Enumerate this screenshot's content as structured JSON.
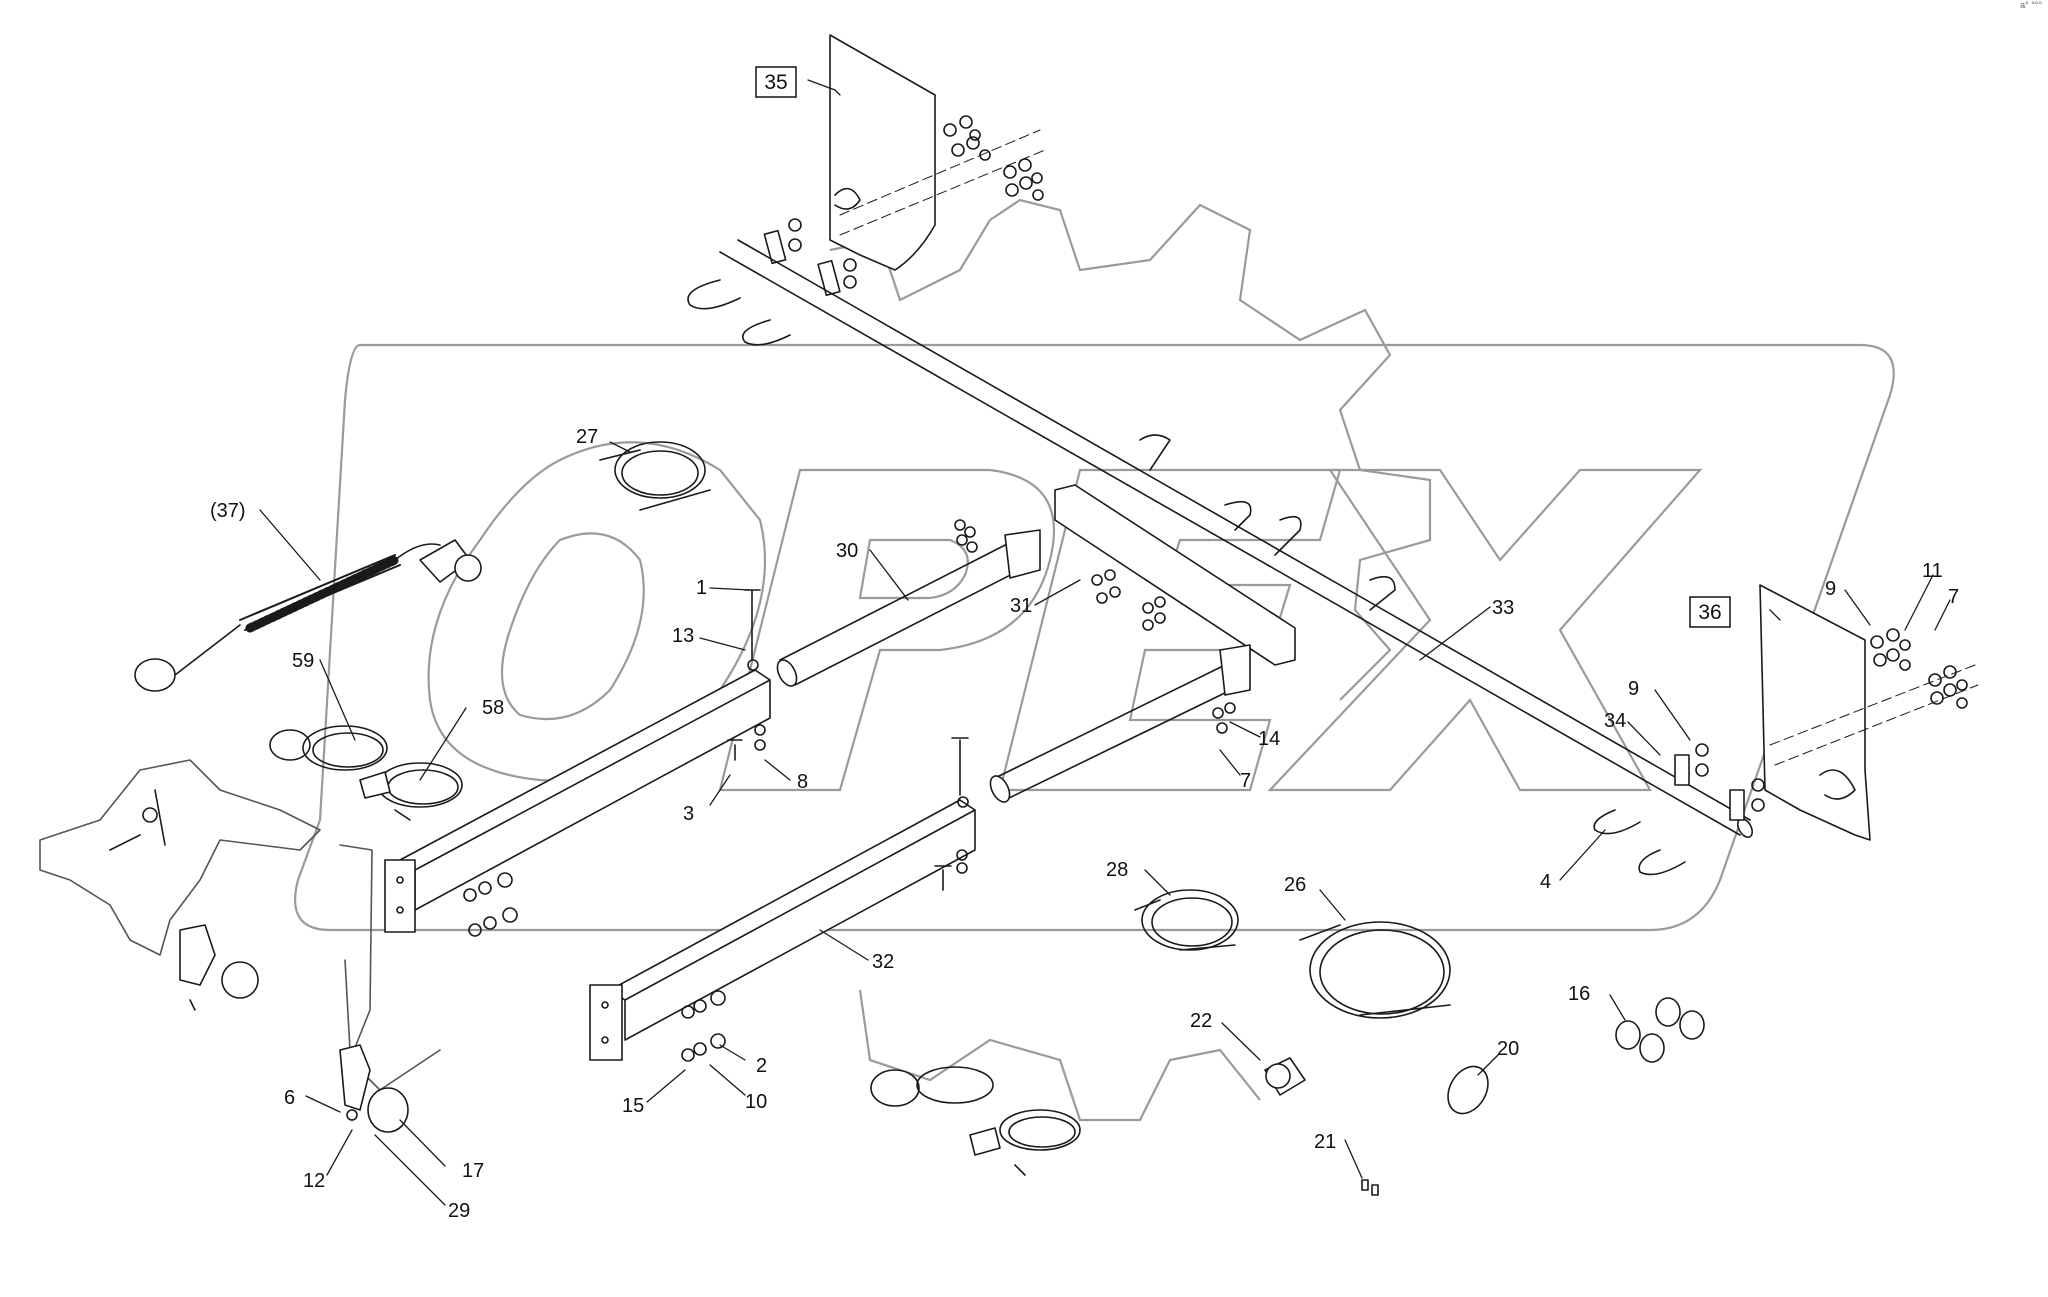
{
  "watermark": {
    "text": "OPEX",
    "color": "#9a9a9a"
  },
  "corner_mark": "a° °°°",
  "callouts": [
    {
      "id": "c35",
      "label": "35",
      "boxed": true
    },
    {
      "id": "c36",
      "label": "36",
      "boxed": true
    },
    {
      "id": "c27",
      "label": "27"
    },
    {
      "id": "c37",
      "label": "(37)"
    },
    {
      "id": "c30",
      "label": "30"
    },
    {
      "id": "c1",
      "label": "1"
    },
    {
      "id": "c13",
      "label": "13"
    },
    {
      "id": "c31",
      "label": "31"
    },
    {
      "id": "c33",
      "label": "33"
    },
    {
      "id": "c59",
      "label": "59"
    },
    {
      "id": "c58",
      "label": "58"
    },
    {
      "id": "c3",
      "label": "3"
    },
    {
      "id": "c8",
      "label": "8"
    },
    {
      "id": "c14",
      "label": "14"
    },
    {
      "id": "c7a",
      "label": "7"
    },
    {
      "id": "c9a",
      "label": "9"
    },
    {
      "id": "c11",
      "label": "11"
    },
    {
      "id": "c7b",
      "label": "7"
    },
    {
      "id": "c9b",
      "label": "9"
    },
    {
      "id": "c34",
      "label": "34"
    },
    {
      "id": "c4",
      "label": "4"
    },
    {
      "id": "c28",
      "label": "28"
    },
    {
      "id": "c26",
      "label": "26"
    },
    {
      "id": "c32",
      "label": "32"
    },
    {
      "id": "c22",
      "label": "22"
    },
    {
      "id": "c20",
      "label": "20"
    },
    {
      "id": "c16",
      "label": "16"
    },
    {
      "id": "c2",
      "label": "2"
    },
    {
      "id": "c10",
      "label": "10"
    },
    {
      "id": "c15",
      "label": "15"
    },
    {
      "id": "c6",
      "label": "6"
    },
    {
      "id": "c12",
      "label": "12"
    },
    {
      "id": "c17",
      "label": "17"
    },
    {
      "id": "c29",
      "label": "29"
    },
    {
      "id": "c21",
      "label": "21"
    }
  ]
}
